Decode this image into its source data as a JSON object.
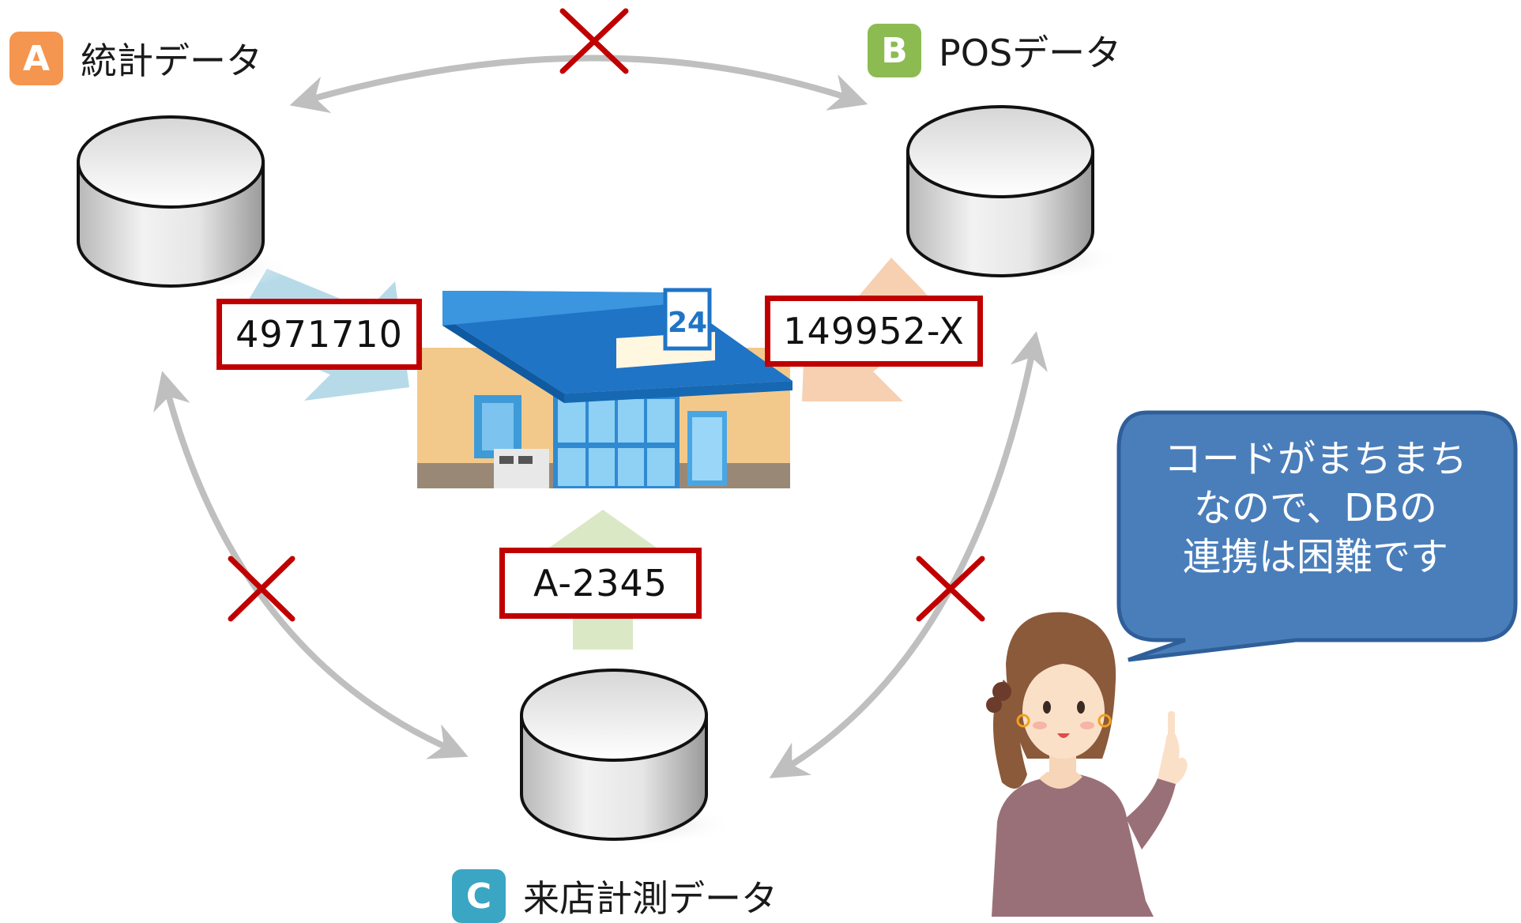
{
  "databases": {
    "a": {
      "badge": "A",
      "label": "統計データ",
      "badge_color": "#f4964f"
    },
    "b": {
      "badge": "B",
      "label": "POSデータ",
      "badge_color": "#8cbb52"
    },
    "c": {
      "badge": "C",
      "label": "来店計測データ",
      "badge_color": "#3aa6c3"
    }
  },
  "codes": {
    "a": "4971710",
    "b": "149952-X",
    "c": "A-2345"
  },
  "store_sign": "24",
  "speech_bubble": {
    "lines": [
      "コードがまちまち",
      "なので、DBの",
      "連携は困難です"
    ],
    "fill_color": "#4a7ebb"
  },
  "colors": {
    "code_box_border": "#c00000",
    "cross_mark": "#c00000",
    "link_arrow": "#bfbfbf",
    "flow_arrow_a": "#a9d3e4",
    "flow_arrow_b": "#f6c8a5",
    "flow_arrow_c": "#d7e6c0"
  }
}
